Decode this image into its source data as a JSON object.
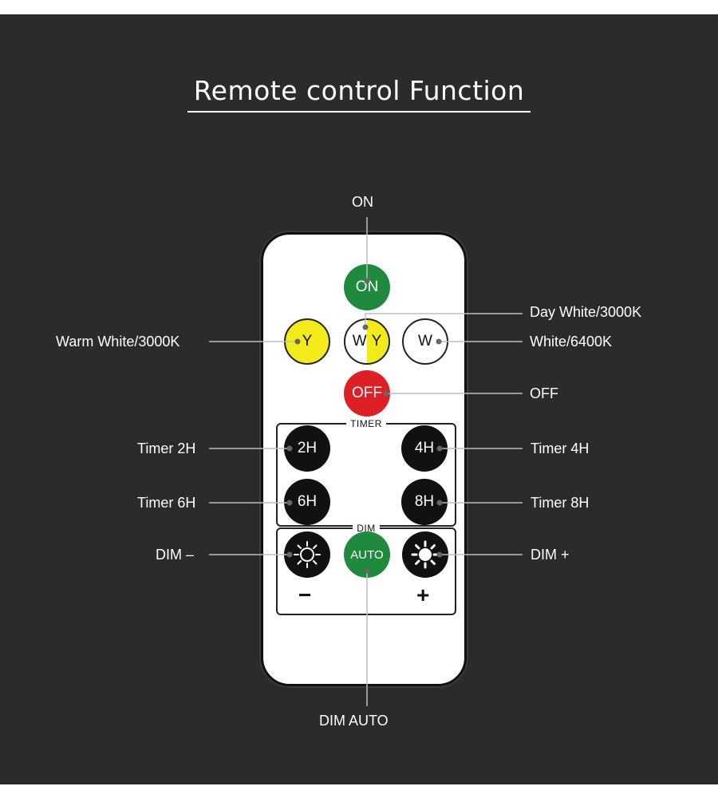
{
  "title": "Remote control Function",
  "remote": {
    "buttons": {
      "on": "ON",
      "warm_y": "Y",
      "day_w": "W",
      "day_y": "Y",
      "white_w": "W",
      "off": "OFF",
      "t2": "2H",
      "t4": "4H",
      "t6": "6H",
      "t8": "8H",
      "auto": "AUTO",
      "dim_minus_icon": "sun-outline-icon",
      "dim_plus_icon": "sun-filled-icon"
    },
    "timer_label": "TIMER",
    "dim_label": "DIM",
    "minus_sign": "−",
    "plus_sign": "+"
  },
  "callouts": {
    "on": "ON",
    "day_white": "Day White/3000K",
    "warm_white": "Warm White/3000K",
    "white": "White/6400K",
    "off": "OFF",
    "timer_2h": "Timer 2H",
    "timer_4h": "Timer 4H",
    "timer_6h": "Timer 6H",
    "timer_8h": "Timer 8H",
    "dim_minus": "DIM –",
    "dim_plus": "DIM +",
    "dim_auto": "DIM AUTO"
  },
  "colors": {
    "background": "#2b2b2b",
    "on_green": "#1f8a3e",
    "off_red": "#dd1f26",
    "warm_yellow": "#f3ea1c"
  }
}
